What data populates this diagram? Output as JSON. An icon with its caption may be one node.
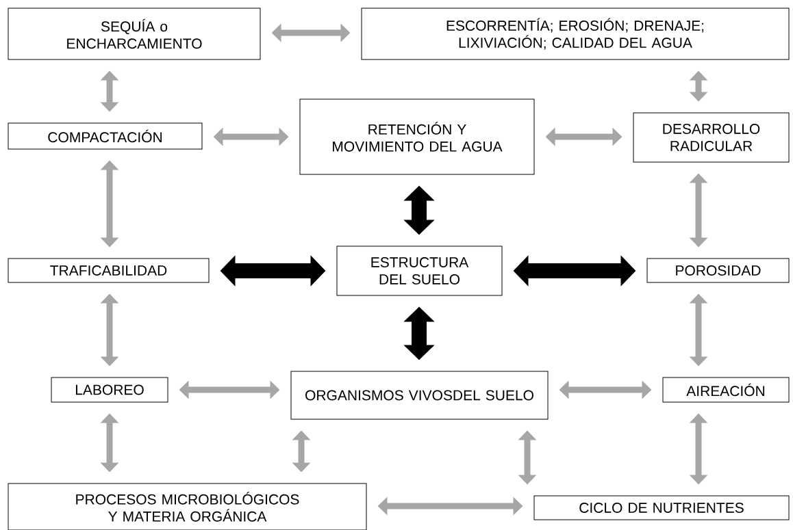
{
  "diagram": {
    "nodes": [
      {
        "text": [
          "SEQUÍA o ENCHARCAMIENTO"
        ]
      },
      {
        "text": [
          "ESCORRENTÍA; EROSIÓN; DRENAJE; LIXIVIACIÓN; CALIDAD DEL AGUA"
        ]
      },
      {
        "text": [
          "COMPACTACIÓN"
        ]
      },
      {
        "text": [
          "RETENCIÓN Y MOVIMIENTO DEL AGUA"
        ]
      },
      {
        "text": [
          "DESARROLLO RADICULAR"
        ]
      },
      {
        "text": [
          "TRAFICABILIDAD"
        ]
      },
      {
        "text": [
          "ESTRUCTURA DEL SUELO"
        ]
      },
      {
        "text": [
          "POROSIDAD"
        ]
      },
      {
        "text": [
          "LABOREO"
        ]
      },
      {
        "text": [
          "ORGANISMOS VIVOSDEL SUELO"
        ]
      },
      {
        "text": [
          "AIREACIÓN"
        ]
      },
      {
        "text": [
          "PROCESOS MICROBIOLÓGICOS Y MATERIA ORGÁNICA"
        ]
      },
      {
        "text": [
          "CICLO DE NUTRIENTES"
        ]
      }
    ],
    "edges": [
      {
        "from": 0,
        "to": 1,
        "arrow": "both"
      },
      {
        "from": 0,
        "to": 2,
        "arrow": "both"
      },
      {
        "from": 1,
        "to": 4,
        "arrow": "both"
      },
      {
        "from": 2,
        "to": 3,
        "arrow": "both"
      },
      {
        "from": 3,
        "to": 4,
        "arrow": "both"
      },
      {
        "from": 2,
        "to": 5,
        "arrow": "both"
      },
      {
        "from": 4,
        "to": 7,
        "arrow": "both"
      },
      {
        "from": 3,
        "to": 6,
        "arrow": "both",
        "style": "thick",
        "color": "#000000"
      },
      {
        "from": 5,
        "to": 6,
        "arrow": "both",
        "style": "thick",
        "color": "#000000"
      },
      {
        "from": 6,
        "to": 7,
        "arrow": "both",
        "style": "thick",
        "color": "#000000"
      },
      {
        "from": 6,
        "to": 9,
        "arrow": "both",
        "style": "thick",
        "color": "#000000"
      },
      {
        "from": 5,
        "to": 8,
        "arrow": "both"
      },
      {
        "from": 7,
        "to": 10,
        "arrow": "both"
      },
      {
        "from": 8,
        "to": 9,
        "arrow": "both"
      },
      {
        "from": 9,
        "to": 10,
        "arrow": "both"
      },
      {
        "from": 8,
        "to": 11,
        "arrow": "both"
      },
      {
        "from": 9,
        "to": 11,
        "arrow": "both"
      },
      {
        "from": 9,
        "to": 12,
        "arrow": "both"
      },
      {
        "from": 10,
        "to": 12,
        "arrow": "both"
      },
      {
        "from": 11,
        "to": 12,
        "arrow": "both"
      }
    ]
  }
}
